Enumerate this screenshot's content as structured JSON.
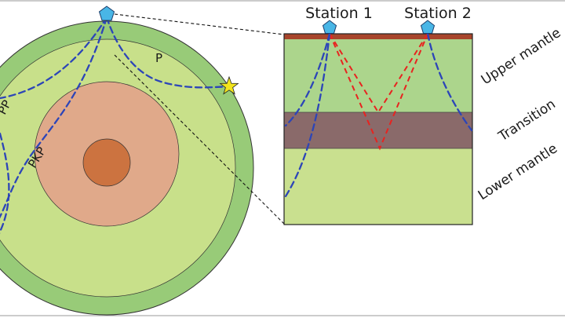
{
  "diagram": {
    "phase_labels": {
      "p": "P",
      "pp": "PP",
      "pkp": "PKP"
    },
    "stations": {
      "station_1": "Station 1",
      "station_2": "Station 2"
    },
    "layers": {
      "upper": "Upper mantle",
      "transition": "Transition",
      "lower": "Lower mantle"
    },
    "colors": {
      "crust_ring": "#98cb78",
      "mantle": "#c8e08a",
      "outer_core": "#e0a98a",
      "inner_core": "#cc7340",
      "crust_strip": "#a8452c",
      "upper_mantle": "#acd58c",
      "transition_zone": "#8a6a6a",
      "lower_mantle": "#c9e08f",
      "ray_blue": "#2c45b8",
      "ray_red": "#e8231f",
      "station_marker": "#49b6e6",
      "source_star": "#f2e41c"
    }
  }
}
